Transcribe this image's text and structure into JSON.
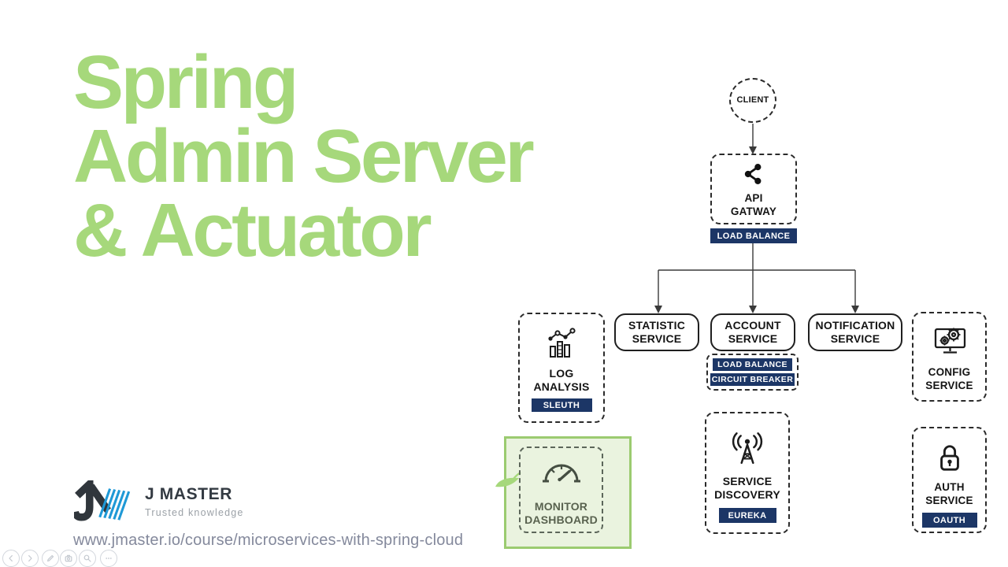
{
  "title": {
    "line1": "Spring",
    "line2": "Admin Server",
    "line3": "& Actuator"
  },
  "brand": {
    "name": "J MASTER",
    "tagline": "Trusted knowledge",
    "url": "www.jmaster.io/course/microservices-with-spring-cloud"
  },
  "colors": {
    "title_green": "#a6d87b",
    "badge_navy": "#1c3666",
    "highlight_border": "#9bcb70",
    "highlight_fill": "#eaf3df",
    "logo_blue": "#1f99d6"
  },
  "diagram": {
    "client": {
      "label": "CLIENT"
    },
    "api_gateway": {
      "line1": "API",
      "line2": "GATWAY",
      "badge": "LOAD BALANCE"
    },
    "statistic": {
      "line1": "STATISTIC",
      "line2": "SERVICE"
    },
    "account": {
      "line1": "ACCOUNT",
      "line2": "SERVICE",
      "badge1": "LOAD BALANCE",
      "badge2": "CIRCUIT BREAKER"
    },
    "notification": {
      "line1": "NOTIFICATION",
      "line2": "SERVICE"
    },
    "log_analysis": {
      "line1": "LOG",
      "line2": "ANALYSIS",
      "badge": "SLEUTH"
    },
    "monitor_dashboard": {
      "line1": "MONITOR",
      "line2": "DASHBOARD"
    },
    "service_discovery": {
      "line1": "SERVICE",
      "line2": "DISCOVERY",
      "badge": "EUREKA"
    },
    "config": {
      "line1": "CONFIG",
      "line2": "SERVICE"
    },
    "auth": {
      "line1": "AUTH",
      "line2": "SERVICE",
      "badge": "OAUTH"
    }
  }
}
